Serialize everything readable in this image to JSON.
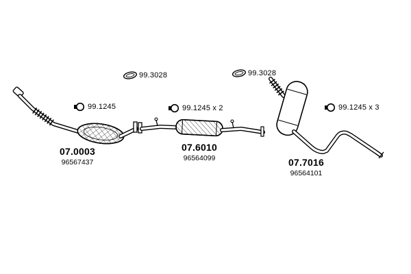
{
  "page": {
    "background": "#ffffff",
    "ink": "#000000"
  },
  "diagram": {
    "gaskets": [
      {
        "label": "99.3028"
      },
      {
        "label": "99.3028"
      }
    ],
    "clamps": [
      {
        "label": "99.1245"
      },
      {
        "label": "99.1245 x 2"
      },
      {
        "label": "99.1245 x 3"
      }
    ],
    "parts": [
      {
        "code": "07.0003",
        "number": "96567437"
      },
      {
        "code": "07.6010",
        "number": "96564099"
      },
      {
        "code": "07.7016",
        "number": "96564101"
      }
    ]
  }
}
